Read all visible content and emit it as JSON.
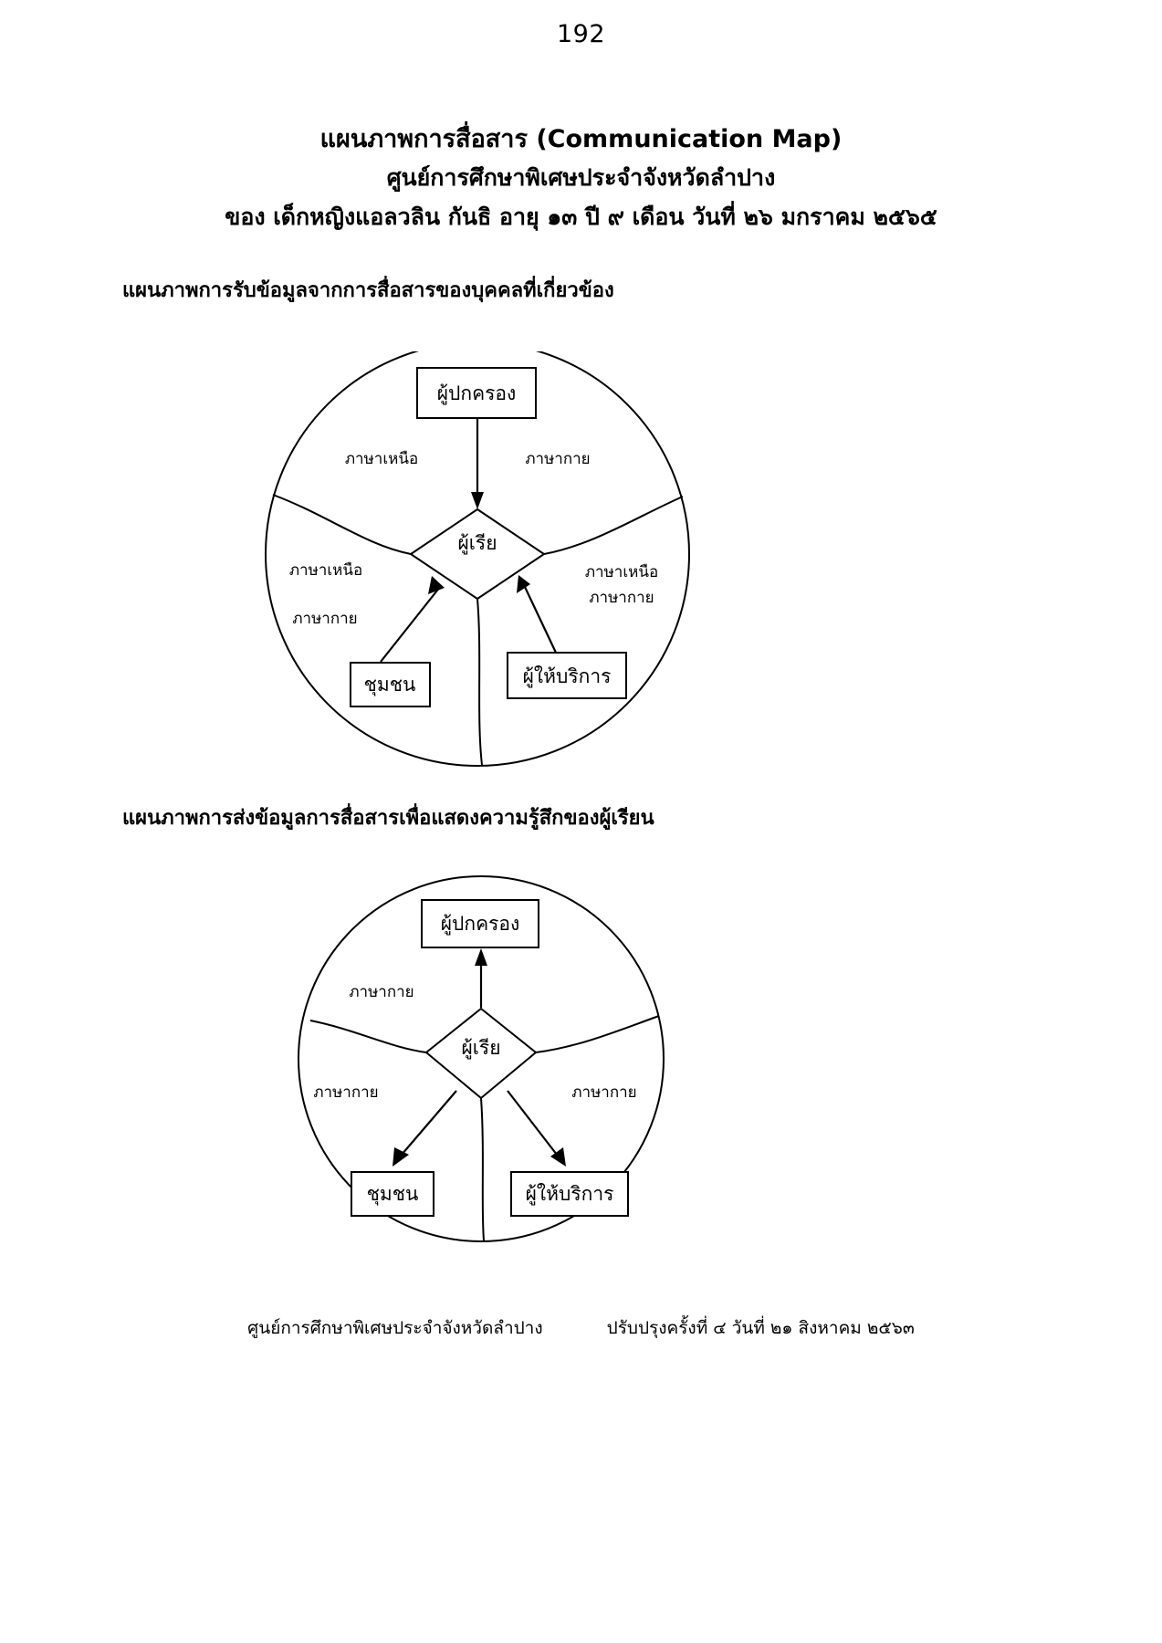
{
  "page": {
    "number": "192"
  },
  "title": {
    "line1": "แผนภาพการสื่อสาร (Communication Map)",
    "line2": "ศูนย์การศึกษาพิเศษประจำจังหวัดลำปาง",
    "line3": "ของ เด็กหญิงแอลวลิน กันธิ  อายุ ๑๓ ปี ๙ เดือน  วันที่ ๒๖ มกราคม ๒๕๖๕"
  },
  "sections": [
    {
      "heading": "แผนภาพการรับข้อมูลจากการสื่อสารของบุคคลที่เกี่ยวข้อง",
      "diagram": {
        "center": "ผู้เรีย",
        "direction": "inbound",
        "nodes": [
          {
            "key": "guardian",
            "label": "ผู้ปกครอง"
          },
          {
            "key": "community",
            "label": "ชุมชน"
          },
          {
            "key": "service-provider",
            "label": "ผู้ให้บริการ"
          }
        ],
        "channels": [
          {
            "key": "top-left",
            "label": "ภาษาเหนือ"
          },
          {
            "key": "top-right",
            "label": "ภาษากาย"
          },
          {
            "key": "left-upper",
            "label": "ภาษาเหนือ"
          },
          {
            "key": "left-lower",
            "label": "ภาษากาย"
          },
          {
            "key": "right-upper",
            "label": "ภาษาเหนือ"
          },
          {
            "key": "right-lower",
            "label": "ภาษากาย"
          }
        ]
      }
    },
    {
      "heading": "แผนภาพการส่งข้อมูลการสื่อสารเพื่อแสดงความรู้สึกของผู้เรียน",
      "diagram": {
        "center": "ผู้เรีย",
        "direction": "outbound",
        "nodes": [
          {
            "key": "guardian",
            "label": "ผู้ปกครอง"
          },
          {
            "key": "community",
            "label": "ชุมชน"
          },
          {
            "key": "service-provider",
            "label": "ผู้ให้บริการ"
          }
        ],
        "channels": [
          {
            "key": "top",
            "label": "ภาษากาย"
          },
          {
            "key": "left",
            "label": "ภาษากาย"
          },
          {
            "key": "right",
            "label": "ภาษากาย"
          }
        ]
      }
    }
  ],
  "footer": {
    "left": "ศูนย์การศึกษาพิเศษประจำจังหวัดลำปาง",
    "right": "ปรับปรุงครั้งที่ ๔ วันที่ ๒๑ สิงหาคม ๒๕๖๓"
  }
}
